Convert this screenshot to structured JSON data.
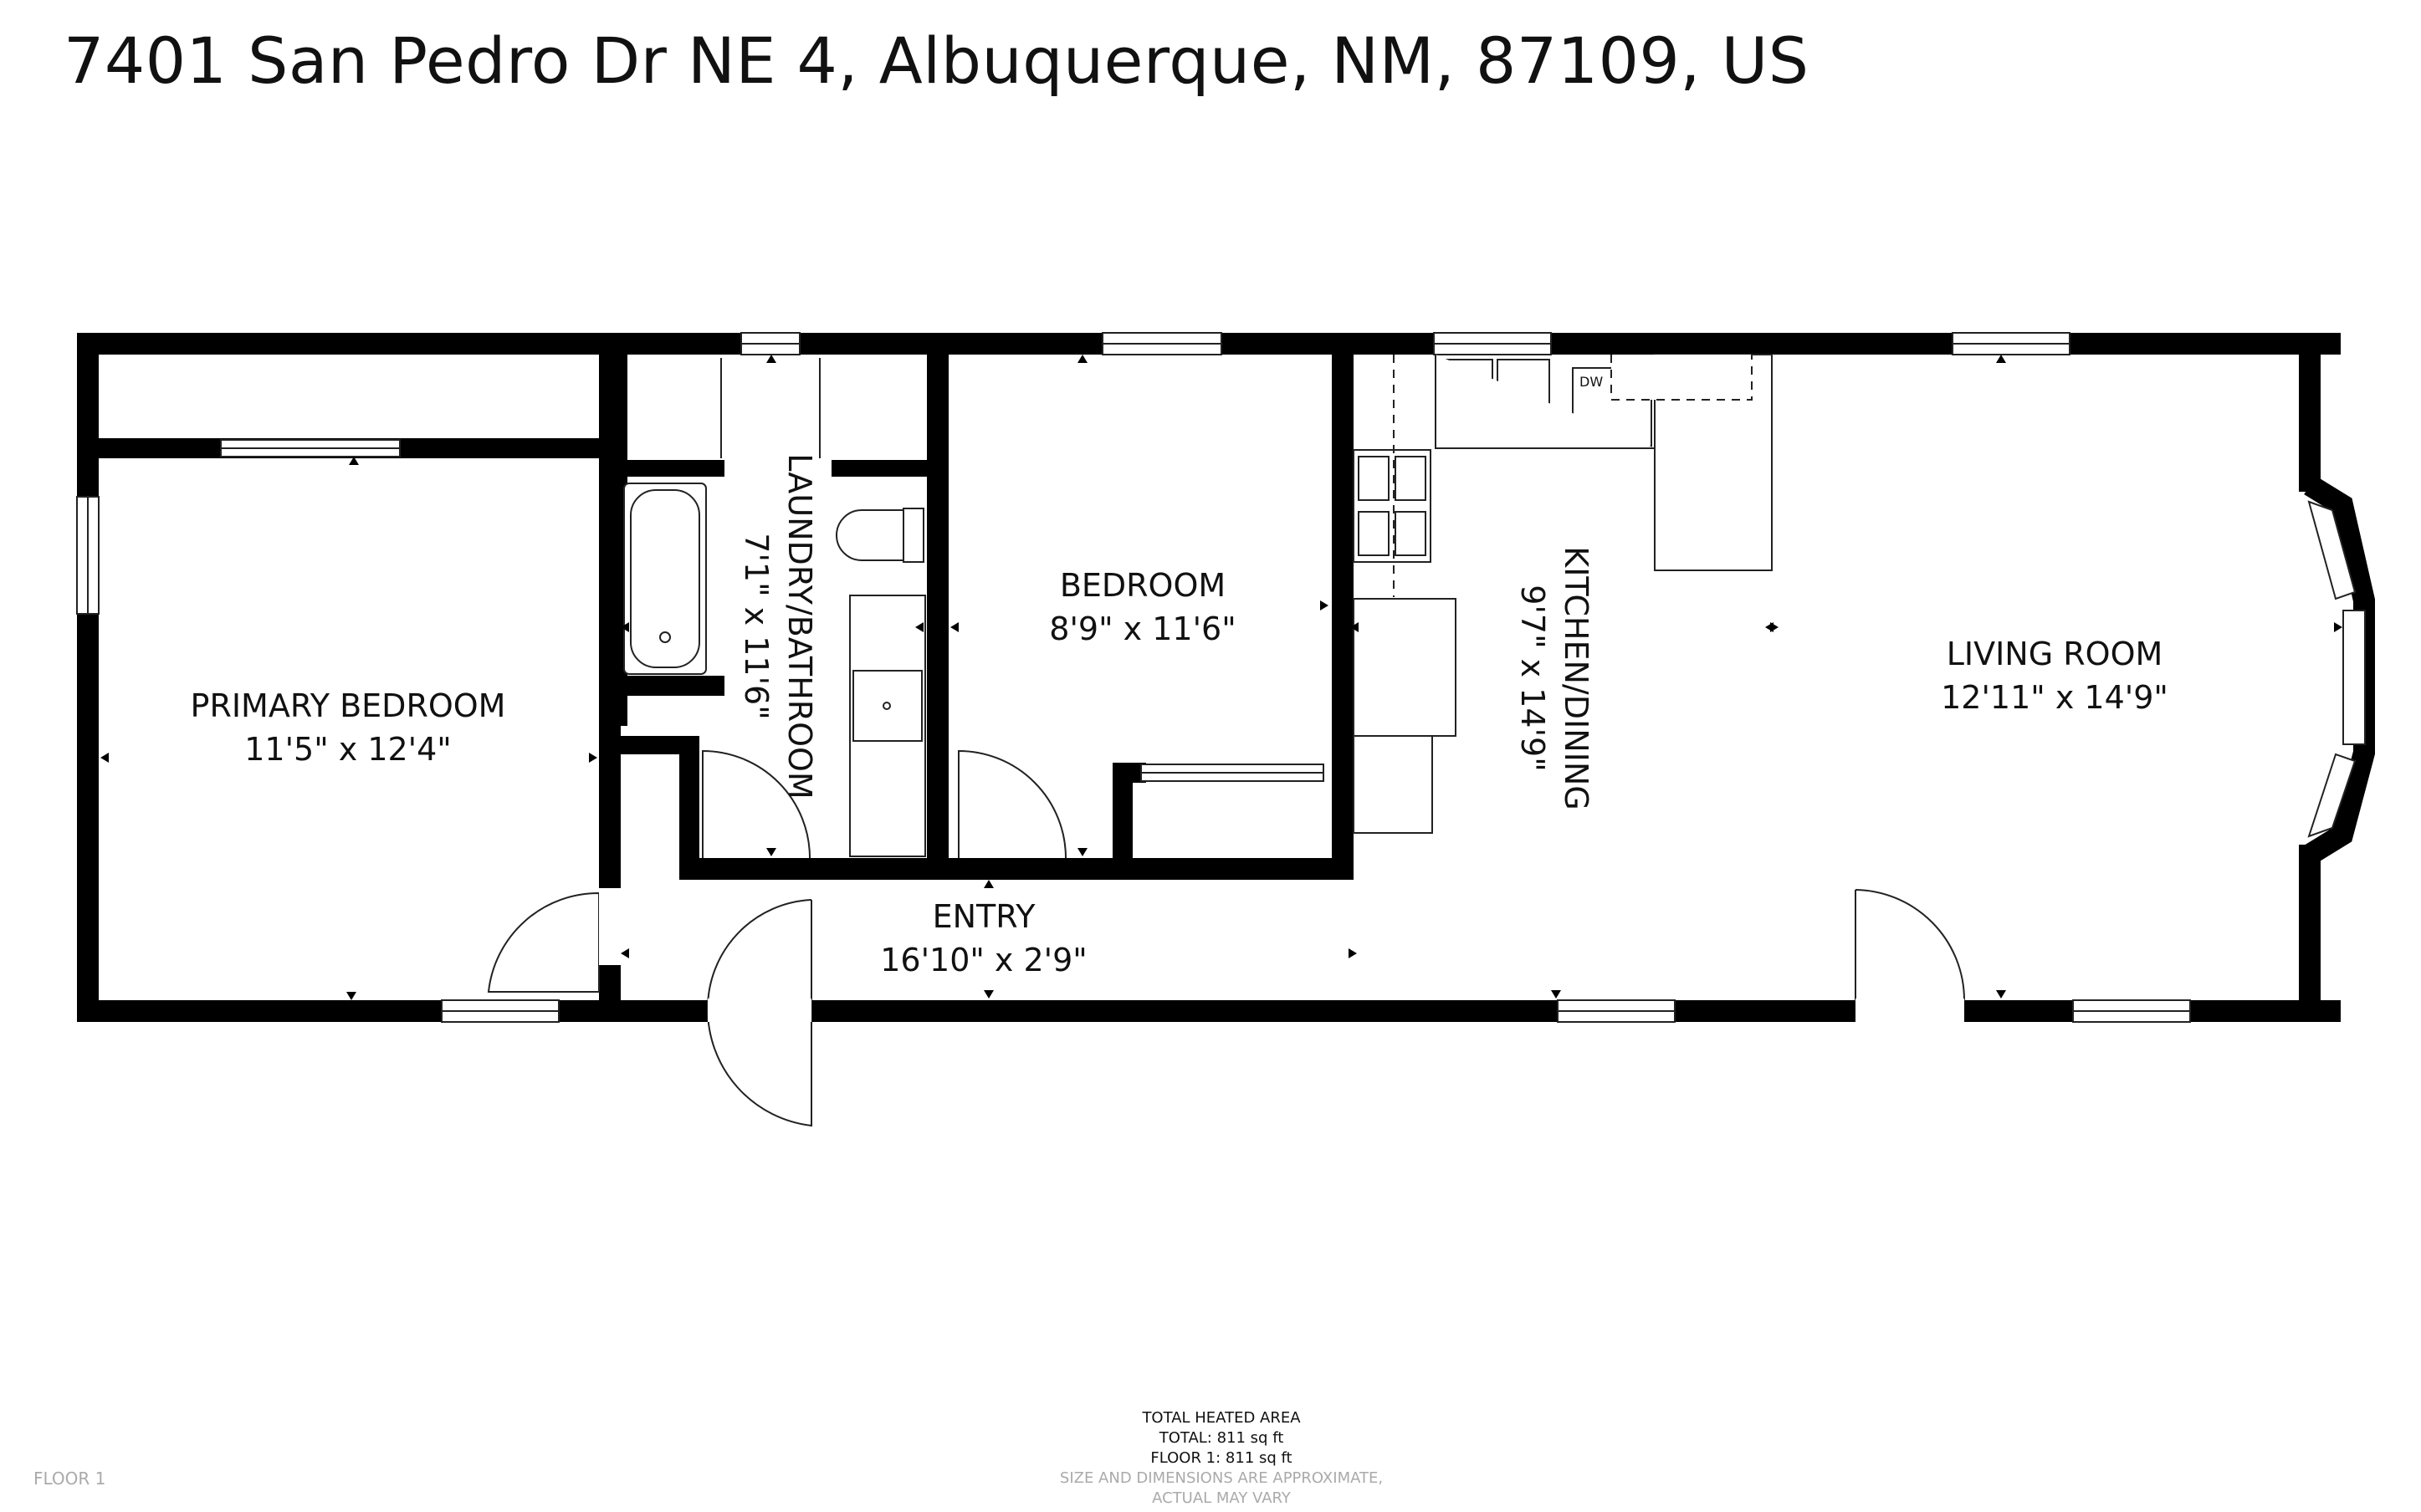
{
  "header": {
    "address": "7401 San Pedro Dr NE 4, Albuquerque, NM, 87109, US"
  },
  "rooms": {
    "primary_bedroom": {
      "name": "PRIMARY BEDROOM",
      "size": "11'5\" x 12'4\""
    },
    "laundry_bathroom": {
      "name": "LAUNDRY/BATHROOM",
      "size": "7'1\" x 11'6\""
    },
    "bedroom": {
      "name": "BEDROOM",
      "size": "8'9\" x 11'6\""
    },
    "kitchen_dining": {
      "name": "KITCHEN/DINING",
      "size": "9'7\" x 14'9\""
    },
    "living_room": {
      "name": "LIVING ROOM",
      "size": "12'11\" x 14'9\""
    },
    "entry": {
      "name": "ENTRY",
      "size": "16'10\" x 2'9\""
    }
  },
  "fixtures": {
    "dishwasher": "DW"
  },
  "area": {
    "heading": "TOTAL HEATED AREA",
    "total": "TOTAL: 811 sq ft",
    "floor": "FLOOR 1: 811 sq ft",
    "disclaimer": "SIZE AND DIMENSIONS ARE APPROXIMATE, ACTUAL MAY VARY"
  },
  "floor_label": "FLOOR 1",
  "colors": {
    "wall": "#000000",
    "line": "#222222",
    "muted": "#aaaaaa"
  }
}
